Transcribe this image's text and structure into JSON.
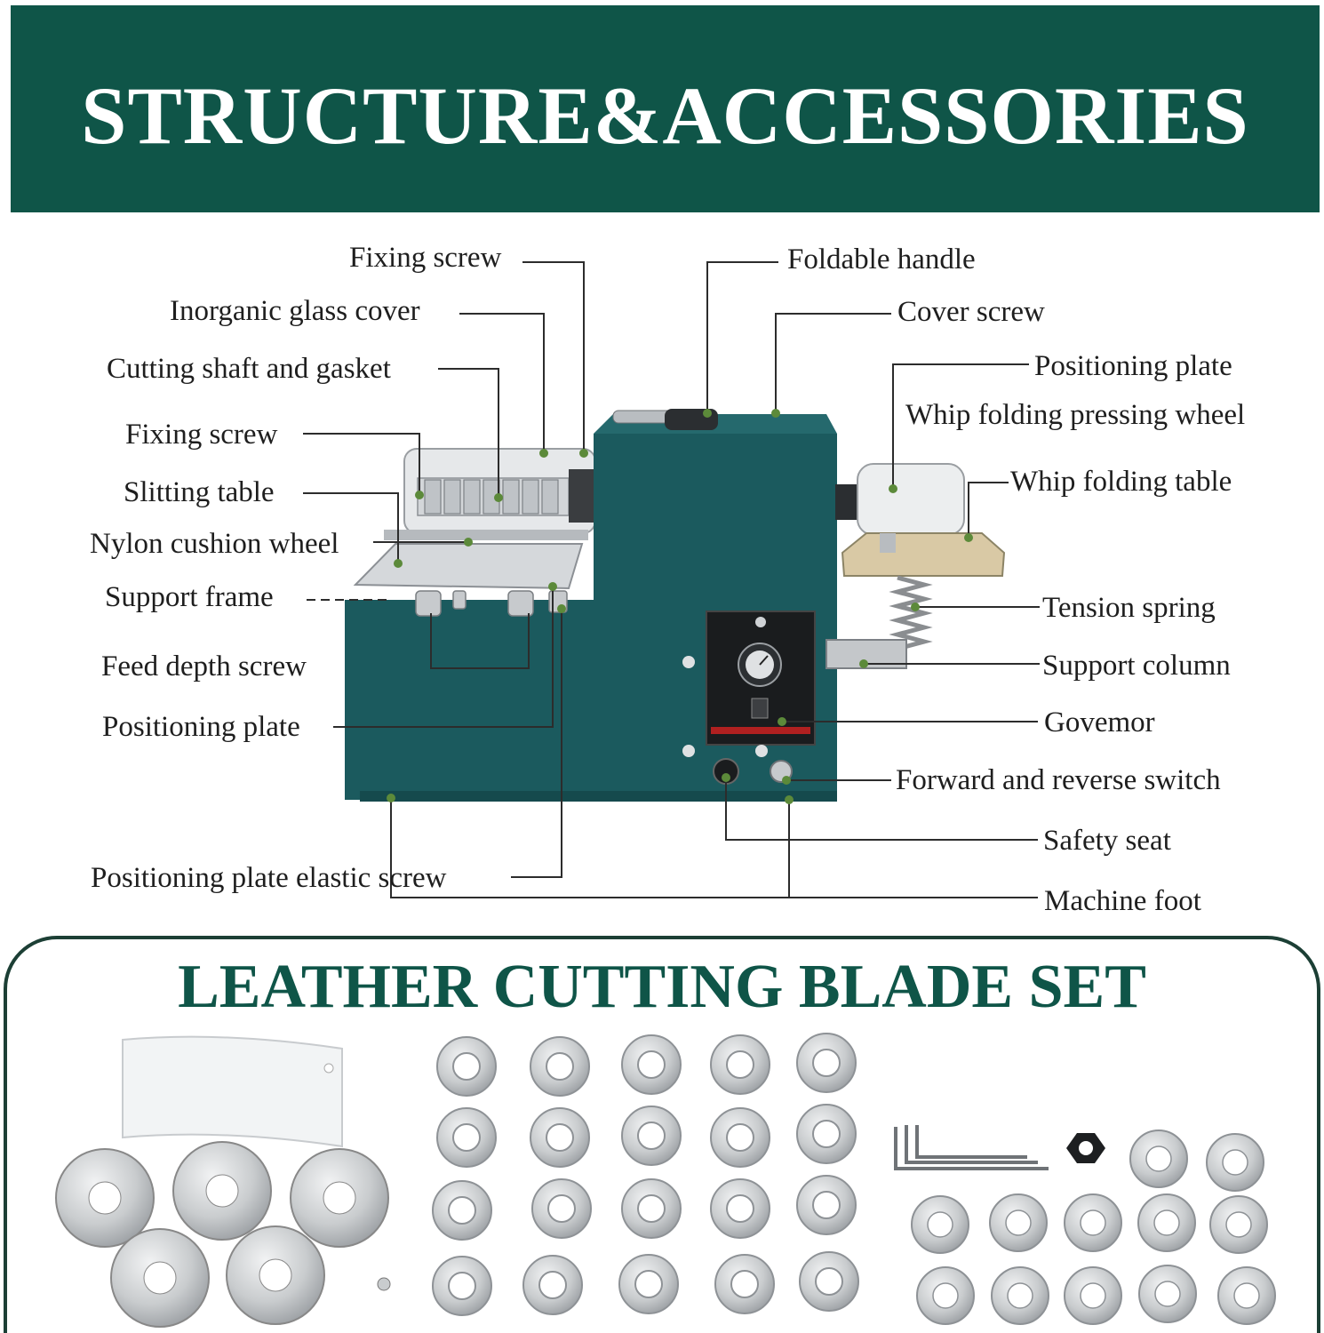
{
  "banner": {
    "title": "STRUCTURE&ACCESSORIES"
  },
  "labels": {
    "fixing_screw_top": "Fixing screw",
    "inorganic_glass_cover": "Inorganic glass cover",
    "cutting_shaft_and_gasket": "Cutting shaft and gasket",
    "fixing_screw_mid": "Fixing screw",
    "slitting_table": "Slitting table",
    "nylon_cushion_wheel": "Nylon cushion wheel",
    "support_frame": "Support frame",
    "feed_depth_screw": "Feed depth screw",
    "positioning_plate_left": "Positioning plate",
    "positioning_plate_elastic_screw": "Positioning plate elastic screw",
    "foldable_handle": "Foldable handle",
    "cover_screw": "Cover screw",
    "positioning_plate_right": "Positioning plate",
    "whip_folding_pressing_wheel": "Whip folding pressing wheel",
    "whip_folding_table": "Whip folding table",
    "tension_spring": "Tension spring",
    "support_column": "Support column",
    "governor": "Govemor",
    "forward_reverse_switch": "Forward and reverse switch",
    "safety_seat": "Safety seat",
    "machine_foot": "Machine foot"
  },
  "blade_set": {
    "title": "LEATHER CUTTING BLADE SET"
  },
  "colors": {
    "brand_green": "#0f5548",
    "machine_teal": "#1b5a5e",
    "metal": "#c9ccce"
  }
}
